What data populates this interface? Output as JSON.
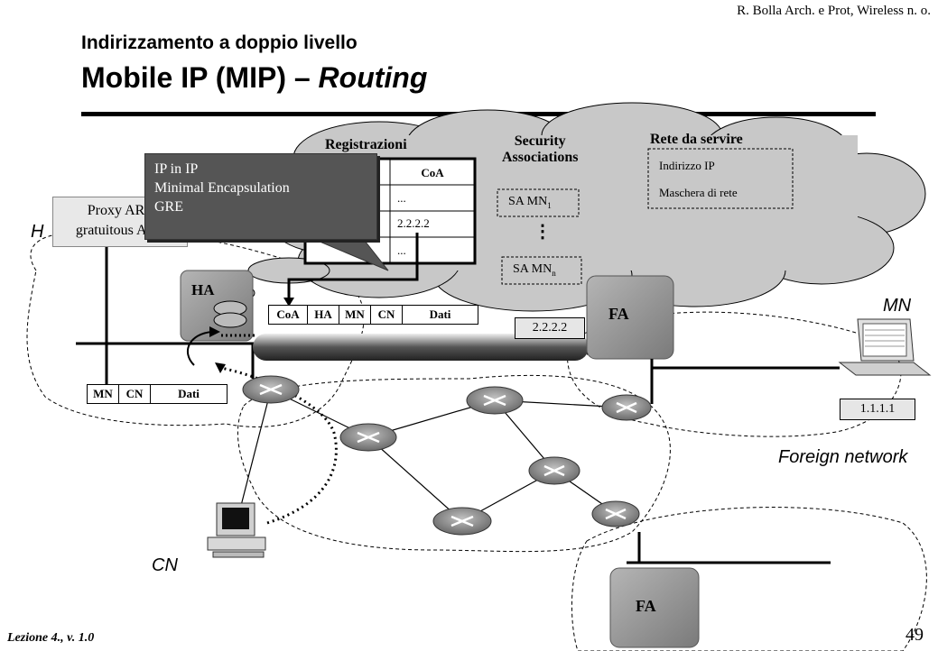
{
  "header": {
    "author": "R. Bolla Arch. e Prot, Wireless n. o."
  },
  "title": {
    "line1": "Indirizzamento a doppio livello",
    "line2_main": "Mobile IP (MIP) – ",
    "line2_italic": "Routing"
  },
  "cloud": {
    "registrazioni": {
      "title": "Registrazioni",
      "col_coa": "CoA",
      "rows": [
        "...",
        "2.2.2.2",
        "..."
      ]
    },
    "security": {
      "title_line1": "Security",
      "title_line2": "Associations",
      "sa_first": "SA MN",
      "sa_first_sub": "1",
      "dots": "⋮",
      "sa_last": "SA MN",
      "sa_last_sub": "n"
    },
    "rete": {
      "title": "Rete da servire",
      "item1": "Indirizzo IP",
      "item2": "Maschera di rete"
    }
  },
  "callout": {
    "lines": [
      "IP in IP",
      "Minimal Encapsulation",
      "GRE"
    ]
  },
  "proxy": {
    "line1": "Proxy ARP",
    "line2": "gratuitous ARP"
  },
  "labels": {
    "home_network_partial": "H",
    "mn": "MN",
    "cn": "CN",
    "foreign_network": "Foreign network"
  },
  "nodes": {
    "ha": "HA",
    "fa_top": "FA",
    "fa_bottom": "FA"
  },
  "packets": {
    "encapsulated": [
      "CoA",
      "HA",
      "MN",
      "CN",
      "Dati"
    ],
    "original": [
      "MN",
      "CN",
      "Dati"
    ]
  },
  "addresses": {
    "fa_coa": "2.2.2.2",
    "mn_addr": "1.1.1.1"
  },
  "footer": {
    "lesson": "Lezione 4., v. 1.0",
    "page": "49"
  },
  "colors": {
    "cloud_fill": "#c8c8c8",
    "box_gray": "#8a8a8a",
    "callout": "#555555"
  }
}
